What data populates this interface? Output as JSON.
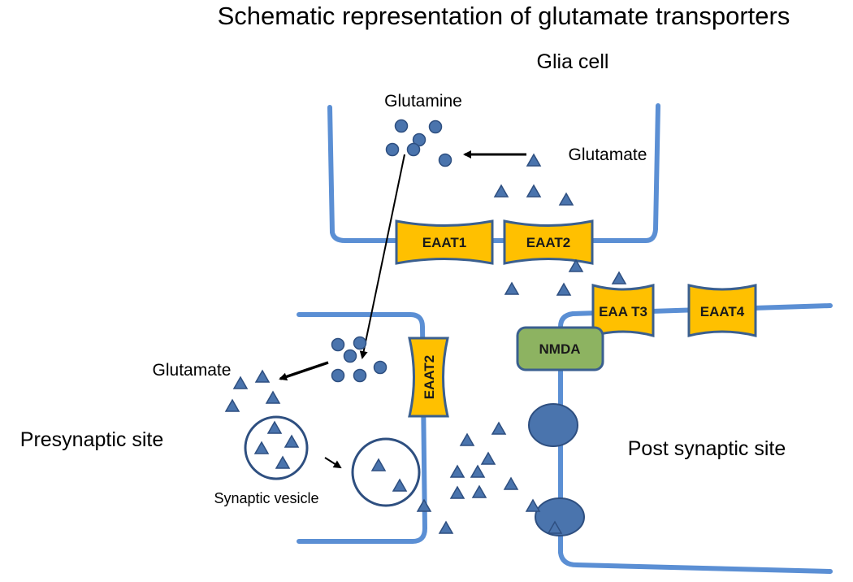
{
  "title": "Schematic representation of glutamate transporters",
  "labels": {
    "glia_cell": "Glia cell",
    "glutamine": "Glutamine",
    "glutamate_glia": "Glutamate",
    "glutamate_pre": "Glutamate",
    "presynaptic_site": "Presynaptic site",
    "post_synaptic_site": "Post synaptic site",
    "synaptic_vesicle": "Synaptic vesicle"
  },
  "transporters": {
    "eaat1": "EAAT1",
    "eaat2_glia": "EAAT2",
    "eaat3": "EAA T3",
    "eaat4": "EAAT4",
    "eaat2_pre": "EAAT2",
    "nmda": "NMDA"
  },
  "colors": {
    "membrane": "#5b8fd4",
    "transporter_fill": "#ffc000",
    "transporter_stroke": "#3a5f8f",
    "nmda_fill": "#8db361",
    "molecule": "#4a74ad",
    "molecule_stroke": "#2e4f80",
    "arrow": "#000000"
  }
}
